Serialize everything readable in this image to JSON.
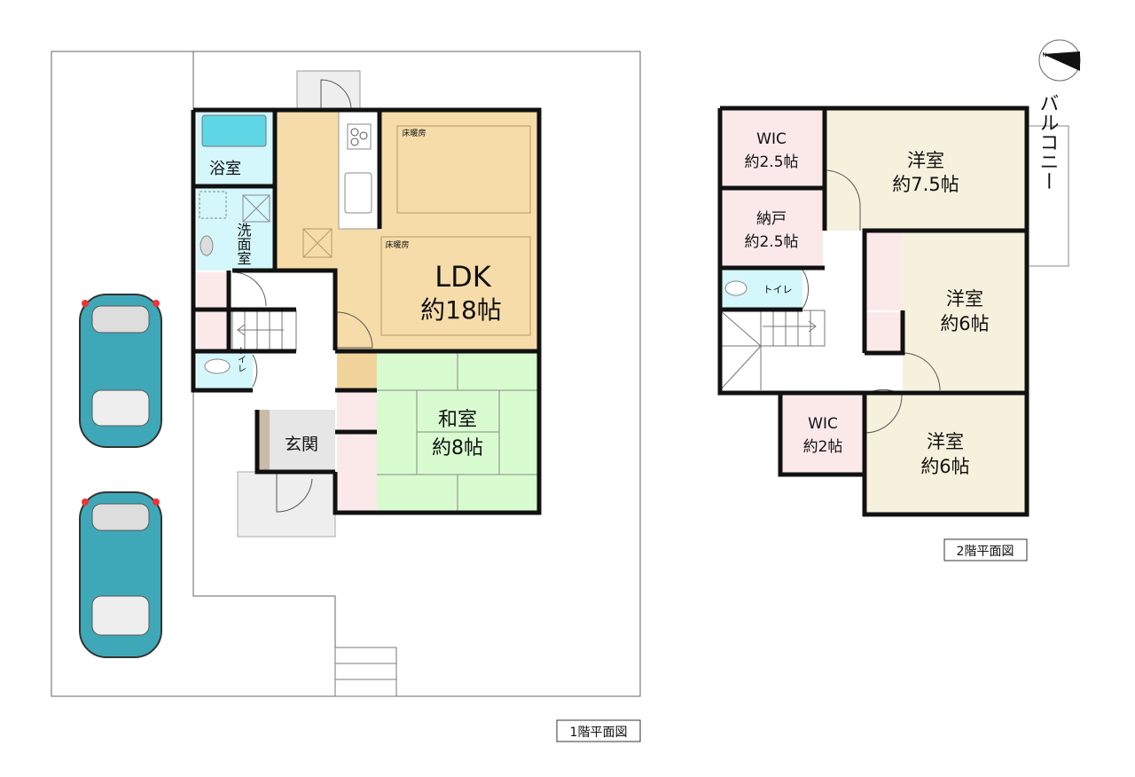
{
  "floor1": {
    "caption": "1階平面図",
    "rooms": {
      "bath": "浴室",
      "washroom": "洗面室",
      "toilet": "トイレ",
      "ldk_name": "LDK",
      "ldk_size": "約18帖",
      "floor_heating_1": "床暖房",
      "floor_heating_2": "床暖房",
      "washitsu_name": "和室",
      "washitsu_size": "約8帖",
      "entrance": "玄関"
    }
  },
  "floor2": {
    "caption": "2階平面図",
    "rooms": {
      "wic1_name": "WIC",
      "wic1_size": "約2.5帖",
      "western1_name": "洋室",
      "western1_size": "約7.5帖",
      "storage_name": "納戸",
      "storage_size": "約2.5帖",
      "toilet": "トイレ",
      "western2_name": "洋室",
      "western2_size": "約6帖",
      "wic2_name": "WIC",
      "wic2_size": "約2帖",
      "western3_name": "洋室",
      "western3_size": "約6帖",
      "balcony": "バルコニー"
    }
  },
  "compass": {
    "label": "N",
    "icon": "north-compass-icon"
  },
  "colors": {
    "ldk": "#f5dca8",
    "washitsu": "#d8fccf",
    "wet_area": "#d4f7fb",
    "closet": "#fbe9ea",
    "western": "#f6f1dc",
    "entrance": "#e6e6e6",
    "car": "#3fa8b8"
  }
}
